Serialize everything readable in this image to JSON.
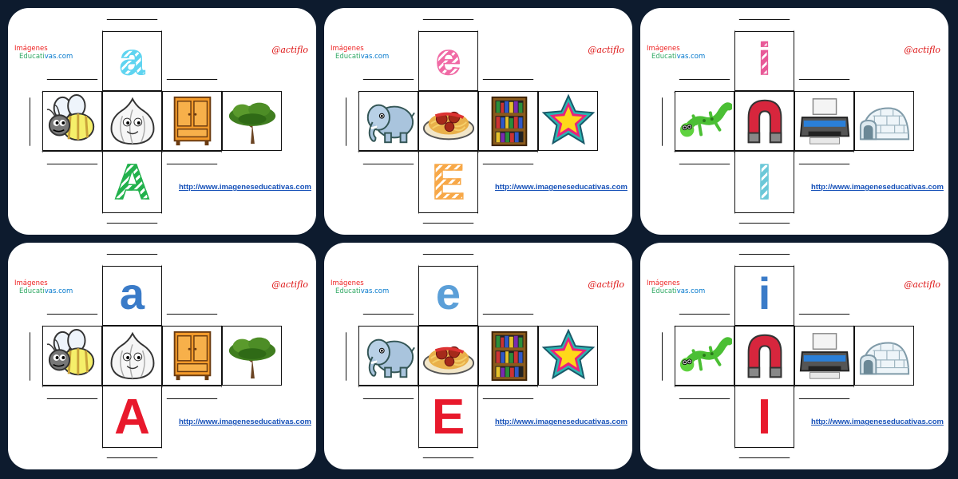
{
  "cards": [
    {
      "site_logo_line1": "Imágenes",
      "site_logo_line2_a": "Educati",
      "site_logo_line2_b": "vas.com",
      "signature": "@actiflo",
      "url": "http://www.imageneseducativas.com",
      "lower": "a",
      "upper": "A",
      "style": "pattern",
      "lower_color": "#5fd4f0",
      "upper_color": "#22b14c",
      "images": [
        "bee-icon",
        "garlic-icon",
        "wardrobe-icon",
        "tree-icon"
      ]
    },
    {
      "site_logo_line1": "Imágenes",
      "site_logo_line2_a": "Educati",
      "site_logo_line2_b": "vas.com",
      "signature": "@actiflo",
      "url": "http://www.imageneseducativas.com",
      "lower": "e",
      "upper": "E",
      "style": "pattern",
      "lower_color": "#f06aa5",
      "upper_color": "#f7a848",
      "images": [
        "elephant-icon",
        "spaghetti-icon",
        "bookshelf-icon",
        "star-icon"
      ]
    },
    {
      "site_logo_line1": "Imágenes",
      "site_logo_line2_a": "Educati",
      "site_logo_line2_b": "vas.com",
      "signature": "@actiflo",
      "url": "http://www.imageneseducativas.com",
      "lower": "i",
      "upper": "I",
      "style": "pattern",
      "lower_color": "#e85a98",
      "upper_color": "#6cc8d8",
      "images": [
        "gecko-icon",
        "magnet-icon",
        "printer-icon",
        "igloo-icon"
      ]
    },
    {
      "site_logo_line1": "Imágenes",
      "site_logo_line2_a": "Educati",
      "site_logo_line2_b": "vas.com",
      "signature": "@actiflo",
      "url": "http://www.imageneseducativas.com",
      "lower": "a",
      "upper": "A",
      "style": "solid",
      "lower_color": "#3a7bc8",
      "upper_color": "#e8192c",
      "images": [
        "bee-icon",
        "garlic-icon",
        "wardrobe-icon",
        "tree-icon"
      ]
    },
    {
      "site_logo_line1": "Imágenes",
      "site_logo_line2_a": "Educati",
      "site_logo_line2_b": "vas.com",
      "signature": "@actiflo",
      "url": "http://www.imageneseducativas.com",
      "lower": "e",
      "upper": "E",
      "style": "solid",
      "lower_color": "#5b9fd8",
      "upper_color": "#e8192c",
      "images": [
        "elephant-icon",
        "spaghetti-icon",
        "bookshelf-icon",
        "star-icon"
      ]
    },
    {
      "site_logo_line1": "Imágenes",
      "site_logo_line2_a": "Educati",
      "site_logo_line2_b": "vas.com",
      "signature": "@actiflo",
      "url": "http://www.imageneseducativas.com",
      "lower": "i",
      "upper": "I",
      "style": "solid",
      "lower_color": "#3a7bc8",
      "upper_color": "#e8192c",
      "images": [
        "gecko-icon",
        "magnet-icon",
        "printer-icon",
        "igloo-icon"
      ]
    }
  ]
}
